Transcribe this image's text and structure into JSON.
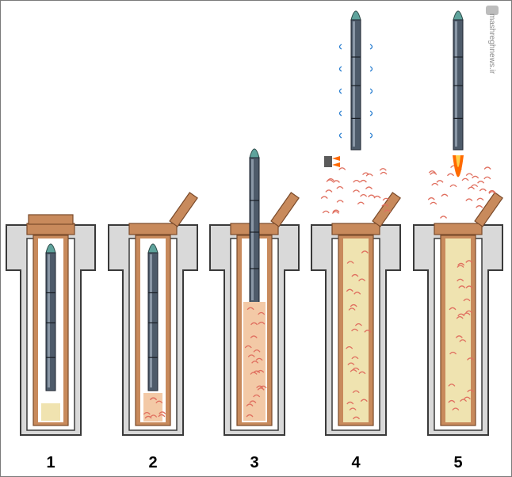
{
  "stages": [
    {
      "label": "1",
      "lid": "closed",
      "rocket": "stowed",
      "gas": "none"
    },
    {
      "label": "2",
      "lid": "open",
      "rocket": "stowed",
      "gas": "charge"
    },
    {
      "label": "3",
      "lid": "open",
      "rocket": "rising",
      "gas": "expanding"
    },
    {
      "label": "4",
      "lid": "open",
      "rocket": "ejected-sabot",
      "gas": "exhaust"
    },
    {
      "label": "5",
      "lid": "open",
      "rocket": "ignition",
      "gas": "exhaust"
    }
  ],
  "watermark": {
    "text": "mashreghnews.ir"
  },
  "colors": {
    "silo_wall": "#8c8c8c",
    "silo_edge": "#3a3a3a",
    "canister": "#c88a5c",
    "canister_gas": "#efe3b0",
    "rocket_body": "#4e5b6a",
    "rocket_nose": "#5fa39c",
    "gas_curl": "#e07060",
    "flame": "#ff6a00",
    "ring_marker": "#2b7fd0"
  }
}
